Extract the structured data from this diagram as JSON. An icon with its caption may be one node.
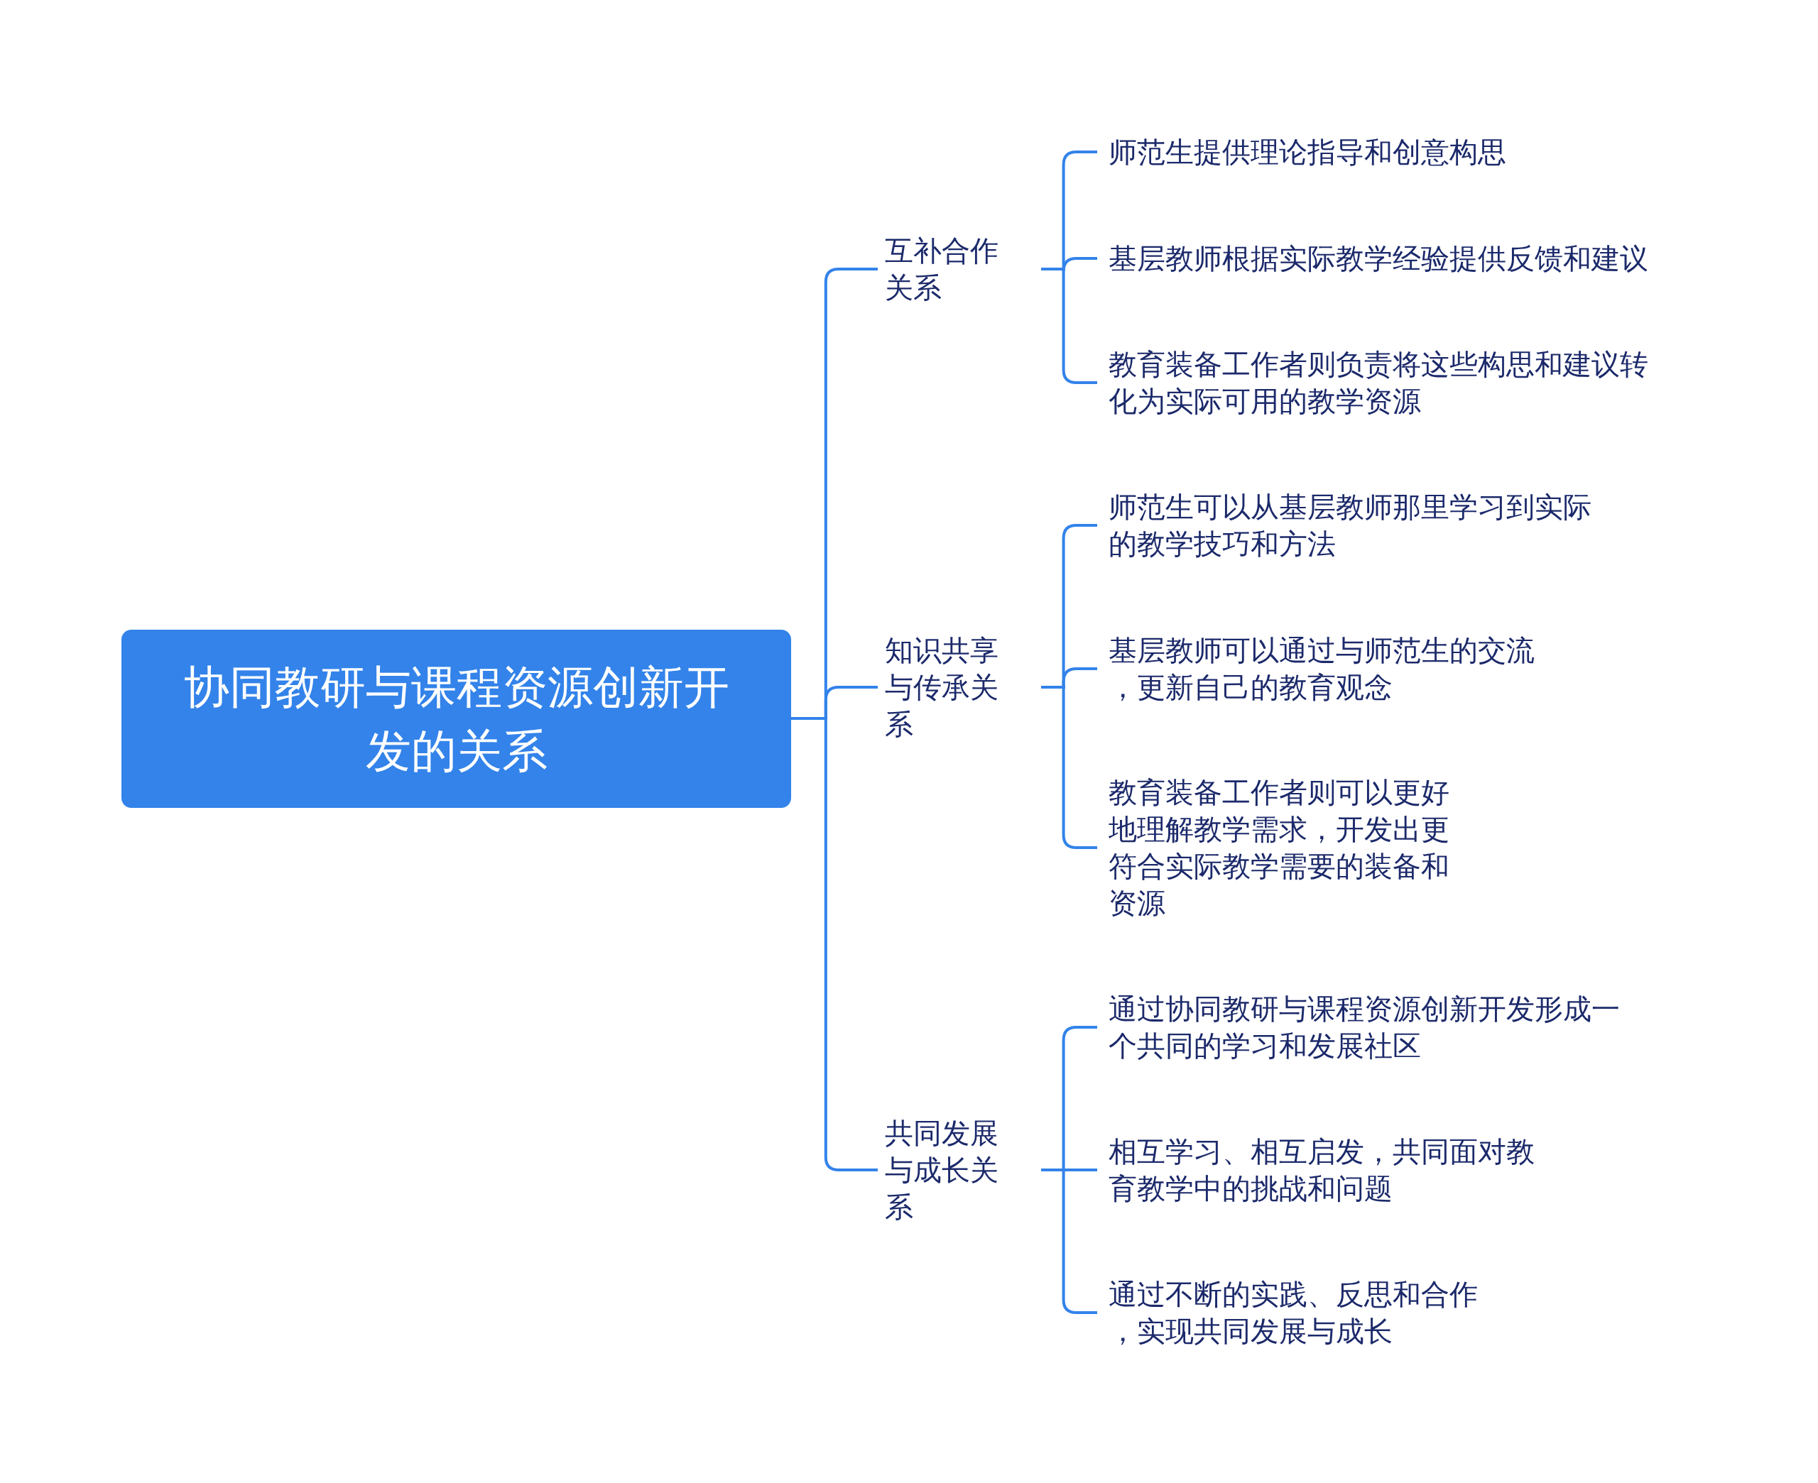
{
  "diagram": {
    "nodes": [
      {
        "text": [
          "协同教研与课程资源创新开发的关系"
        ]
      },
      {
        "text": [
          "互补合作关系"
        ]
      },
      {
        "text": [
          "师范生提供理论指导和创意构思"
        ]
      },
      {
        "text": [
          "基层教师根据实际教学经验提供反馈和建议"
        ]
      },
      {
        "text": [
          "教育装备工作者则负责将这些构思和建议转化为实际可用的教学资源"
        ]
      },
      {
        "text": [
          "知识共享与传承关系"
        ]
      },
      {
        "text": [
          "师范生可以从基层教师那里学习到实际的教学技巧和方法"
        ]
      },
      {
        "text": [
          "基层教师可以通过与师范生的交流，更新自己的教育观念"
        ]
      },
      {
        "text": [
          "教育装备工作者则可以更好地理解教学需求，开发出更符合实际教学需要的装备和资源"
        ]
      },
      {
        "text": [
          "共同发展与成长关系"
        ]
      },
      {
        "text": [
          "通过协同教研与课程资源创新开发形成一个共同的学习和发展社区"
        ]
      },
      {
        "text": [
          "相互学习、相互启发，共同面对教育教学中的挑战和问题"
        ]
      },
      {
        "text": [
          "通过不断的实践、反思和合作，实现共同发展与成长"
        ]
      }
    ],
    "edges": [
      {
        "from": 0,
        "to": 1,
        "arrow": "none"
      },
      {
        "from": 0,
        "to": 5,
        "arrow": "none"
      },
      {
        "from": 0,
        "to": 9,
        "arrow": "none"
      },
      {
        "from": 1,
        "to": 2,
        "arrow": "none"
      },
      {
        "from": 1,
        "to": 3,
        "arrow": "none"
      },
      {
        "from": 1,
        "to": 4,
        "arrow": "none"
      },
      {
        "from": 5,
        "to": 6,
        "arrow": "none"
      },
      {
        "from": 5,
        "to": 7,
        "arrow": "none"
      },
      {
        "from": 5,
        "to": 8,
        "arrow": "none"
      },
      {
        "from": 9,
        "to": 10,
        "arrow": "none"
      },
      {
        "from": 9,
        "to": 11,
        "arrow": "none"
      },
      {
        "from": 9,
        "to": 12,
        "arrow": "none"
      }
    ]
  }
}
